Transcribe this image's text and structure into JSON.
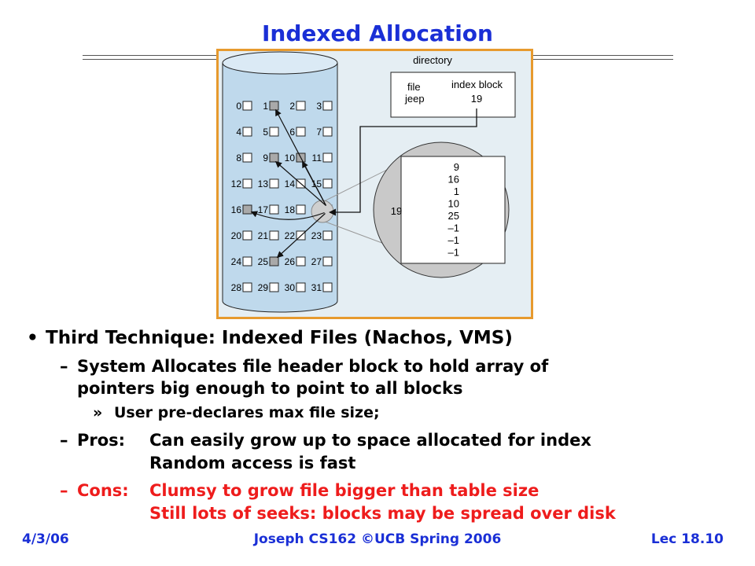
{
  "slide": {
    "title": "Indexed Allocation",
    "footer_left": "4/3/06",
    "footer_center": "Joseph CS162 ©UCB Spring 2006",
    "footer_right": "Lec 18.10"
  },
  "figure": {
    "directory_label": "directory",
    "dir_header_file": "file",
    "dir_header_index": "index block",
    "dir_file": "jeep",
    "dir_index": "19",
    "zoom_label": "19",
    "index_entries": [
      "9",
      "16",
      "1",
      "10",
      "25",
      "–1",
      "–1",
      "–1"
    ],
    "disk_blocks": [
      "0",
      "1",
      "2",
      "3",
      "4",
      "5",
      "6",
      "7",
      "8",
      "9",
      "10",
      "11",
      "12",
      "13",
      "14",
      "15",
      "16",
      "17",
      "18",
      "19",
      "20",
      "21",
      "22",
      "23",
      "24",
      "25",
      "26",
      "27",
      "28",
      "29",
      "30",
      "31"
    ],
    "used_blocks": [
      1,
      9,
      10,
      16,
      25
    ],
    "index_block": 19
  },
  "bullets": {
    "b1_mark": "•",
    "b1": "Third Technique: Indexed Files (Nachos, VMS)",
    "s1_mark": "–",
    "s1_line1": "System Allocates file header block to hold array of",
    "s1_line2": "pointers big enough to point to all blocks",
    "ss1_mark": "»",
    "ss1": "User pre-declares max file size;",
    "pros_mark": "–",
    "pros_label": "Pros:",
    "pros_line1": "Can easily grow up to space allocated for index",
    "pros_line2": "Random access is fast",
    "cons_mark": "–",
    "cons_label": "Cons:",
    "cons_line1": "Clumsy to grow file bigger than table size",
    "cons_line2": "Still lots of seeks: blocks may be spread over disk"
  }
}
